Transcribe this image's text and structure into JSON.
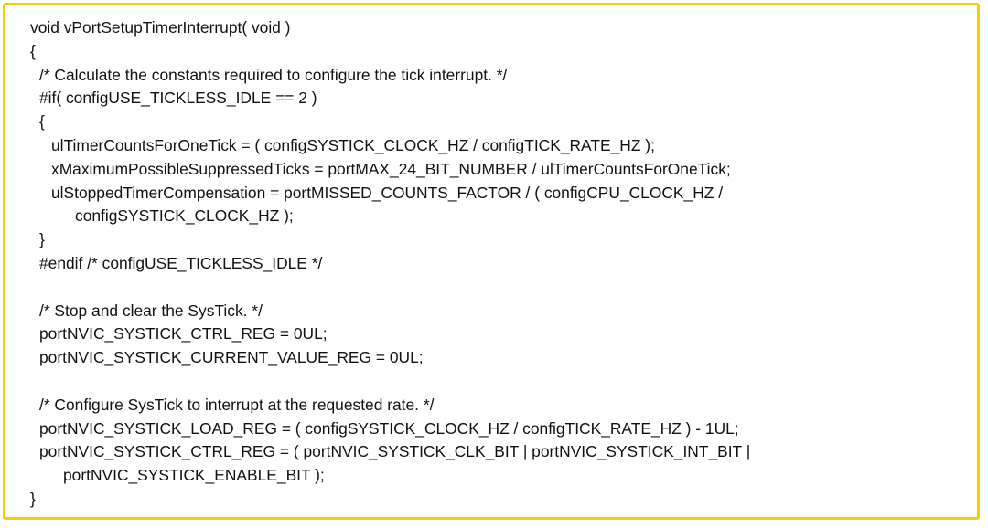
{
  "frame_color": "#f5d000",
  "code_lines": [
    "void vPortSetupTimerInterrupt( void )",
    "{",
    "/* Calculate the constants required to configure the tick interrupt. */",
    "#if( configUSE_TICKLESS_IDLE == 2 )",
    "{",
    "ulTimerCountsForOneTick = ( configSYSTICK_CLOCK_HZ / configTICK_RATE_HZ );",
    "xMaximumPossibleSuppressedTicks = portMAX_24_BIT_NUMBER / ulTimerCountsForOneTick;",
    "ulStoppedTimerCompensation = portMISSED_COUNTS_FACTOR / ( configCPU_CLOCK_HZ /",
    "configSYSTICK_CLOCK_HZ );",
    "}",
    "#endif /* configUSE_TICKLESS_IDLE */",
    "",
    "/* Stop and clear the SysTick. */",
    "portNVIC_SYSTICK_CTRL_REG = 0UL;",
    "portNVIC_SYSTICK_CURRENT_VALUE_REG = 0UL;",
    "",
    "/* Configure SysTick to interrupt at the requested rate. */",
    "portNVIC_SYSTICK_LOAD_REG = ( configSYSTICK_CLOCK_HZ / configTICK_RATE_HZ ) - 1UL;",
    "portNVIC_SYSTICK_CTRL_REG = ( portNVIC_SYSTICK_CLK_BIT | portNVIC_SYSTICK_INT_BIT |",
    "portNVIC_SYSTICK_ENABLE_BIT );",
    "}"
  ]
}
